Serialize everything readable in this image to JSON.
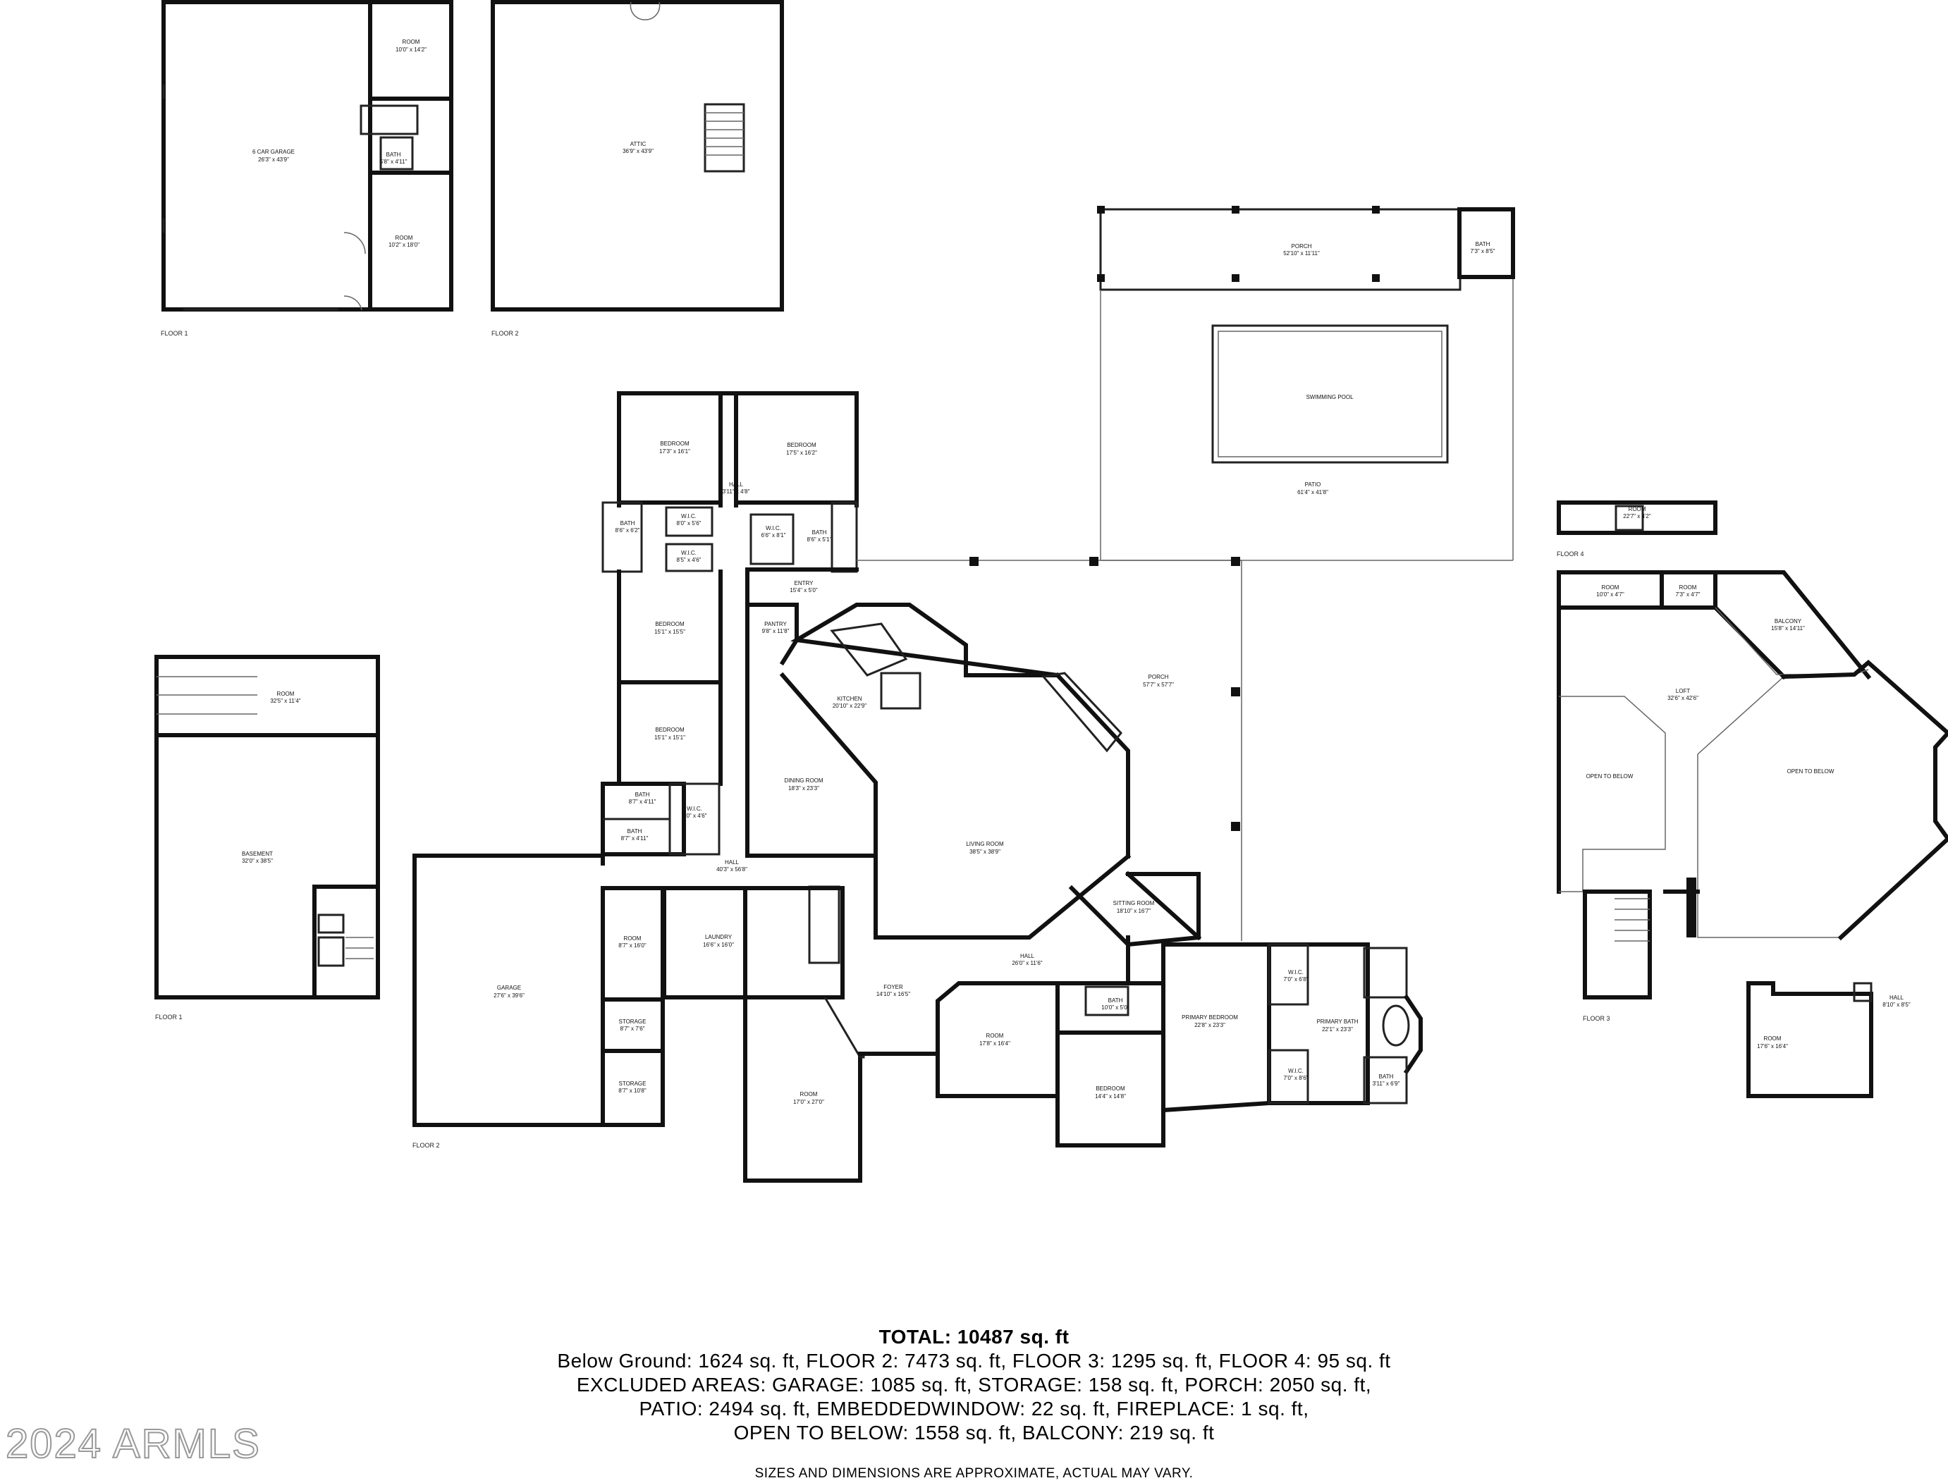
{
  "rooms": {
    "car_garage": {
      "name": "6 CAR GARAGE",
      "dim": "26'3\" x 43'9\""
    },
    "garage_room_top": {
      "name": "ROOM",
      "dim": "10'0\" x 14'2\""
    },
    "garage_bath": {
      "name": "BATH",
      "dim": "5'8\" x 4'11\""
    },
    "garage_room_bottom": {
      "name": "ROOM",
      "dim": "10'2\" x 18'0\""
    },
    "attic": {
      "name": "ATTIC",
      "dim": "36'9\" x 43'9\""
    },
    "porch_top": {
      "name": "PORCH",
      "dim": "52'10\" x 11'11\""
    },
    "pool_bath": {
      "name": "BATH",
      "dim": "7'3\" x 8'5\""
    },
    "swimming_pool": {
      "name": "SWIMMING POOL",
      "dim": ""
    },
    "patio": {
      "name": "PATIO",
      "dim": "61'4\" x 41'8\""
    },
    "bedroom_nw": {
      "name": "BEDROOM",
      "dim": "17'3\" x 16'1\""
    },
    "bedroom_ne": {
      "name": "BEDROOM",
      "dim": "17'5\" x 16'2\""
    },
    "hall_top": {
      "name": "HALL",
      "dim": "3'11\" x 4'8\""
    },
    "wic_a": {
      "name": "W.I.C.",
      "dim": "8'0\" x 5'6\""
    },
    "wic_b": {
      "name": "W.I.C.",
      "dim": "8'5\" x 4'6\""
    },
    "wic_c": {
      "name": "W.I.C.",
      "dim": "6'6\" x 8'1\""
    },
    "bath_left": {
      "name": "BATH",
      "dim": "8'6\" x 6'2\""
    },
    "bath_right": {
      "name": "BATH",
      "dim": "8'6\" x 5'1\""
    },
    "entry": {
      "name": "ENTRY",
      "dim": "15'4\" x 5'0\""
    },
    "bedroom_w1": {
      "name": "BEDROOM",
      "dim": "15'1\" x 15'5\""
    },
    "bedroom_w2": {
      "name": "BEDROOM",
      "dim": "15'1\" x 15'1\""
    },
    "pantry": {
      "name": "PANTRY",
      "dim": "9'8\" x 11'8\""
    },
    "kitchen": {
      "name": "KITCHEN",
      "dim": "20'10\" x 22'9\""
    },
    "dining": {
      "name": "DINING ROOM",
      "dim": "18'3\" x 23'3\""
    },
    "living": {
      "name": "LIVING ROOM",
      "dim": "38'5\" x 38'9\""
    },
    "porch_main": {
      "name": "PORCH",
      "dim": "57'7\" x 57'7\""
    },
    "bath_mid1": {
      "name": "BATH",
      "dim": "8'7\" x 4'11\""
    },
    "bath_mid2": {
      "name": "BATH",
      "dim": "8'7\" x 4'11\""
    },
    "wic_mid": {
      "name": "W.I.C.",
      "dim": "7'0\" x 4'6\""
    },
    "hall_main": {
      "name": "HALL",
      "dim": "40'3\" x 56'8\""
    },
    "sitting": {
      "name": "SITTING ROOM",
      "dim": "18'10\" x 16'7\""
    },
    "basement_room": {
      "name": "ROOM",
      "dim": "32'5\" x 11'4\""
    },
    "basement": {
      "name": "BASEMENT",
      "dim": "32'0\" x 38'5\""
    },
    "garage_main": {
      "name": "GARAGE",
      "dim": "27'6\" x 39'6\""
    },
    "room_small": {
      "name": "ROOM",
      "dim": "8'7\" x 16'0\""
    },
    "laundry": {
      "name": "LAUNDRY",
      "dim": "16'6\" x 16'0\""
    },
    "storage1": {
      "name": "STORAGE",
      "dim": "8'7\" x 7'6\""
    },
    "storage2": {
      "name": "STORAGE",
      "dim": "8'7\" x 10'8\""
    },
    "foyer": {
      "name": "FOYER",
      "dim": "14'10\" x 16'5\""
    },
    "room_front": {
      "name": "ROOM",
      "dim": "17'0\" x 27'0\""
    },
    "hall_east": {
      "name": "HALL",
      "dim": "26'0\" x 11'6\""
    },
    "room_east": {
      "name": "ROOM",
      "dim": "17'8\" x 16'4\""
    },
    "bath_east": {
      "name": "BATH",
      "dim": "10'0\" x 5'0\""
    },
    "bedroom_east": {
      "name": "BEDROOM",
      "dim": "14'4\" x 14'8\""
    },
    "primary_bedroom": {
      "name": "PRIMARY BEDROOM",
      "dim": "22'8\" x 23'3\""
    },
    "primary_bath": {
      "name": "PRIMARY BATH",
      "dim": "22'1\" x 23'3\""
    },
    "primary_wic_top": {
      "name": "W.I.C.",
      "dim": "7'0\" x 6'8\""
    },
    "primary_wic_bottom": {
      "name": "W.I.C.",
      "dim": "7'0\" x 8'6\""
    },
    "primary_wc": {
      "name": "BATH",
      "dim": "3'11\" x 6'9\""
    },
    "floor4_room": {
      "name": "ROOM",
      "dim": "22'7\" x 4'2\""
    },
    "f3_room_a": {
      "name": "ROOM",
      "dim": "10'0\" x 4'7\""
    },
    "f3_room_b": {
      "name": "ROOM",
      "dim": "7'3\" x 4'7\""
    },
    "balcony": {
      "name": "BALCONY",
      "dim": "15'8\" x 14'11\""
    },
    "loft": {
      "name": "LOFT",
      "dim": "32'6\" x 42'6\""
    },
    "open_below_left": {
      "name": "OPEN TO BELOW",
      "dim": ""
    },
    "open_below_right": {
      "name": "OPEN TO BELOW",
      "dim": ""
    },
    "f3_hall": {
      "name": "HALL",
      "dim": "8'10\" x 8'5\""
    },
    "f3_room_c": {
      "name": "ROOM",
      "dim": "17'6\" x 16'4\""
    }
  },
  "floor_labels": {
    "garage_floor1": "FLOOR 1",
    "garage_floor2": "FLOOR 2",
    "main_floor1": "FLOOR 1",
    "main_floor2": "FLOOR 2",
    "floor3": "FLOOR 3",
    "floor4": "FLOOR 4"
  },
  "summary": {
    "total": "TOTAL: 10487 sq. ft",
    "line1": "Below Ground: 1624 sq. ft, FLOOR 2: 7473 sq. ft, FLOOR 3: 1295 sq. ft, FLOOR 4: 95 sq. ft",
    "line2": "EXCLUDED AREAS: GARAGE: 1085 sq. ft, STORAGE: 158 sq. ft, PORCH: 2050 sq. ft,",
    "line3": "PATIO: 2494 sq. ft, EMBEDDEDWINDOW: 22 sq. ft, FIREPLACE: 1 sq. ft,",
    "line4": "OPEN TO BELOW: 1558 sq. ft, BALCONY: 219 sq. ft",
    "footnote": "SIZES AND DIMENSIONS ARE APPROXIMATE, ACTUAL MAY VARY."
  },
  "watermark": "2024 ARMLS"
}
